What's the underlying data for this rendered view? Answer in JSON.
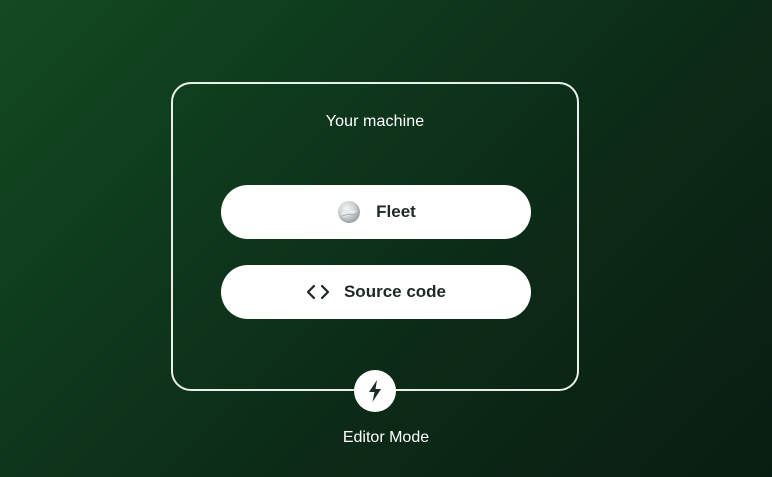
{
  "machine": {
    "title": "Your machine",
    "items": [
      {
        "label": "Fleet",
        "icon": "fleet-logo-icon"
      },
      {
        "label": "Source code",
        "icon": "code-brackets-icon"
      }
    ]
  },
  "mode": {
    "label": "Editor Mode",
    "icon": "lightning-bolt-icon"
  },
  "colors": {
    "border": "#e9efe9",
    "pill_bg": "#ffffff",
    "pill_text": "#1f2a24",
    "background_start": "#134a23",
    "background_end": "#0a1d12"
  }
}
